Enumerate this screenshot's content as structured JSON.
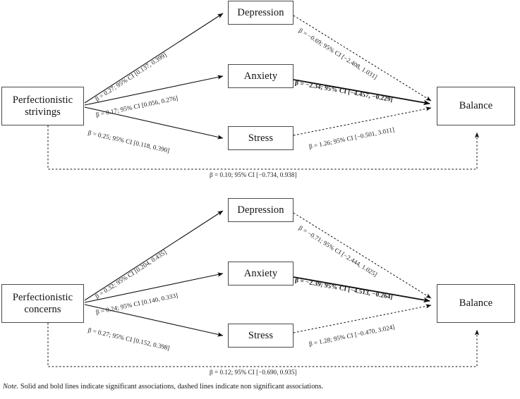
{
  "figure": {
    "type": "path-diagram",
    "note_prefix": "Note.",
    "note_text": " Solid and bold lines indicate significant associations, dashed lines indicate non significant associations."
  },
  "panels": [
    {
      "id": "perfectionistic-strivings",
      "predictor": {
        "line1": "Perfectionistic",
        "line2": "strivings"
      },
      "outcome": "Balance",
      "mediators": [
        "Depression",
        "Anxiety",
        "Stress"
      ],
      "paths": {
        "a_depression": "β = 0.27; 95% CI [0.137, 0.399]",
        "a_anxiety": "β = 0.17; 95% CI [0.056, 0.276]",
        "a_stress": "β = 0.25; 95% CI [0.118, 0.390]",
        "b_depression": "β = −0.69; 95% CI [−2.408, 1.031]",
        "b_anxiety": "β = −2.34; 95% CI [−4.457, −0.229]",
        "b_stress": "β = 1.26; 95% CI [−0.501, 3.011]",
        "direct": "β = 0.10; 95% CI [−0.734, 0.938]"
      }
    },
    {
      "id": "perfectionistic-concerns",
      "predictor": {
        "line1": "Perfectionistic",
        "line2": "concerns"
      },
      "outcome": "Balance",
      "mediators": [
        "Depression",
        "Anxiety",
        "Stress"
      ],
      "paths": {
        "a_depression": "β = 0.32; 95% CI [0.204, 0.435]",
        "a_anxiety": "β = 0.24; 95% CI [0.140, 0.333]",
        "a_stress": "β = 0.27; 95% CI [0.152, 0.398]",
        "b_depression": "β = −0.71; 95% CI [−2.444, 1.025]",
        "b_anxiety": "β = −2.39; 95% CI [−4.513, −0.264]",
        "b_stress": "β = 1.28; 95% CI [−0.470, 3.024]",
        "direct": "β = 0.12; 95% CI [−0.690, 0.935]"
      }
    }
  ],
  "chart_data": {
    "type": "diagram",
    "title": "",
    "models": [
      {
        "predictor": "Perfectionistic strivings",
        "outcome": "Balance",
        "effects": [
          {
            "from": "Perfectionistic strivings",
            "to": "Depression",
            "beta": 0.27,
            "ci": [
              0.137,
              0.399
            ],
            "significant": true,
            "style": "solid"
          },
          {
            "from": "Perfectionistic strivings",
            "to": "Anxiety",
            "beta": 0.17,
            "ci": [
              0.056,
              0.276
            ],
            "significant": true,
            "style": "solid"
          },
          {
            "from": "Perfectionistic strivings",
            "to": "Stress",
            "beta": 0.25,
            "ci": [
              0.118,
              0.39
            ],
            "significant": true,
            "style": "solid"
          },
          {
            "from": "Depression",
            "to": "Balance",
            "beta": -0.69,
            "ci": [
              -2.408,
              1.031
            ],
            "significant": false,
            "style": "dashed"
          },
          {
            "from": "Anxiety",
            "to": "Balance",
            "beta": -2.34,
            "ci": [
              -4.457,
              -0.229
            ],
            "significant": true,
            "style": "solid-bold"
          },
          {
            "from": "Stress",
            "to": "Balance",
            "beta": 1.26,
            "ci": [
              -0.501,
              3.011
            ],
            "significant": false,
            "style": "dashed"
          },
          {
            "from": "Perfectionistic strivings",
            "to": "Balance",
            "beta": 0.1,
            "ci": [
              -0.734,
              0.938
            ],
            "significant": false,
            "style": "dashed"
          }
        ]
      },
      {
        "predictor": "Perfectionistic concerns",
        "outcome": "Balance",
        "effects": [
          {
            "from": "Perfectionistic concerns",
            "to": "Depression",
            "beta": 0.32,
            "ci": [
              0.204,
              0.435
            ],
            "significant": true,
            "style": "solid"
          },
          {
            "from": "Perfectionistic concerns",
            "to": "Anxiety",
            "beta": 0.24,
            "ci": [
              0.14,
              0.333
            ],
            "significant": true,
            "style": "solid"
          },
          {
            "from": "Perfectionistic concerns",
            "to": "Stress",
            "beta": 0.27,
            "ci": [
              0.152,
              0.398
            ],
            "significant": true,
            "style": "solid"
          },
          {
            "from": "Depression",
            "to": "Balance",
            "beta": -0.71,
            "ci": [
              -2.444,
              1.025
            ],
            "significant": false,
            "style": "dashed"
          },
          {
            "from": "Anxiety",
            "to": "Balance",
            "beta": -2.39,
            "ci": [
              -4.513,
              -0.264
            ],
            "significant": true,
            "style": "solid-bold"
          },
          {
            "from": "Stress",
            "to": "Balance",
            "beta": 1.28,
            "ci": [
              -0.47,
              3.024
            ],
            "significant": false,
            "style": "dashed"
          },
          {
            "from": "Perfectionistic concerns",
            "to": "Balance",
            "beta": 0.12,
            "ci": [
              -0.69,
              0.935
            ],
            "significant": false,
            "style": "dashed"
          }
        ]
      }
    ]
  }
}
